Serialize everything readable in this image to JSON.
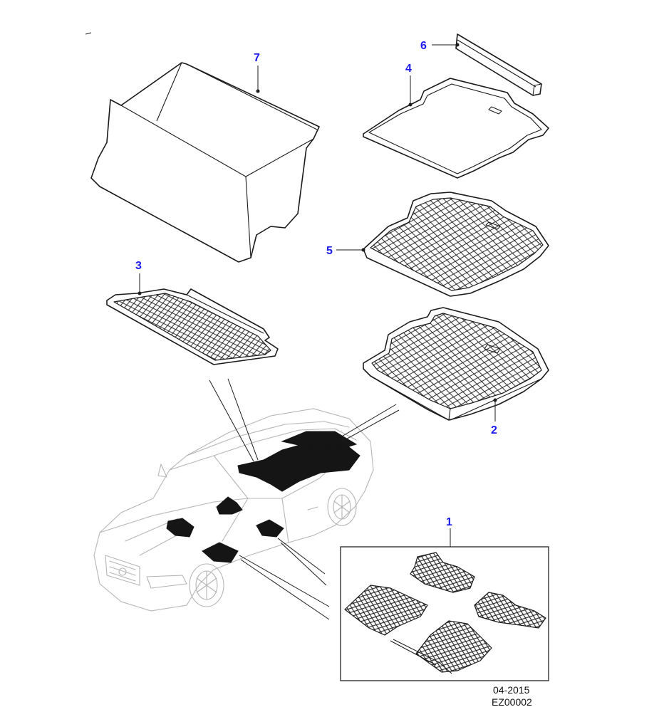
{
  "callouts": {
    "c1": "1",
    "c2": "2",
    "c3": "3",
    "c4": "4",
    "c5": "5",
    "c6": "6",
    "c7": "7"
  },
  "caption": {
    "date": "04-2015",
    "code": "EZ00002"
  },
  "colors": {
    "callout": "#1a1aee",
    "line": "#1b1b1b",
    "car_outline": "#b5b5b5",
    "mat_highlight": "#151515"
  },
  "icons": {
    "p1": "floor-mats-set",
    "p2": "luggage-tray-deep",
    "p3": "rear-seat-tray",
    "p4": "loadspace-carpet-mat",
    "p5": "loadspace-rubber-mat",
    "p6": "bumper-protector",
    "p7": "loadspace-liner"
  }
}
